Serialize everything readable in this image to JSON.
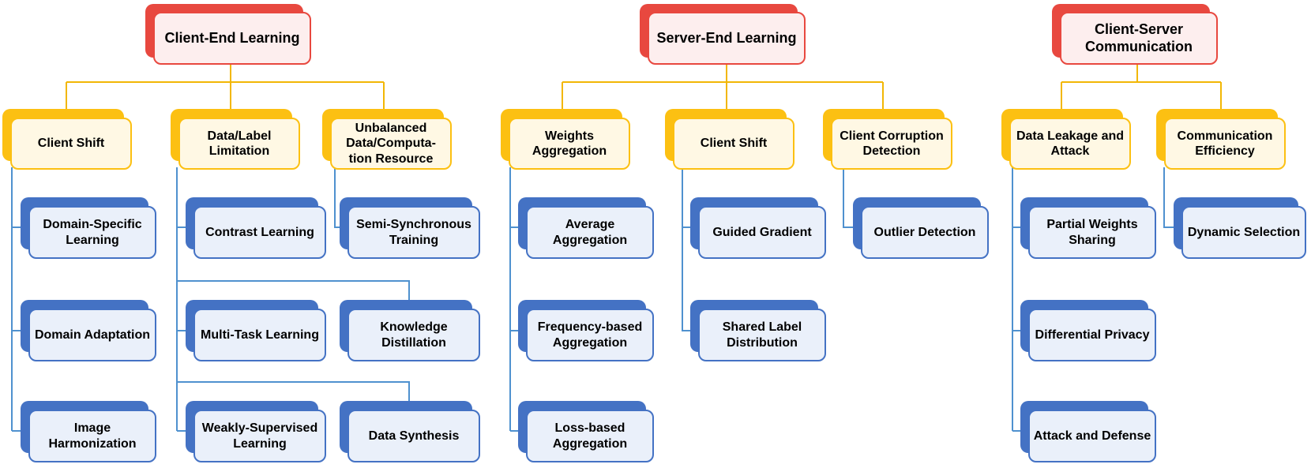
{
  "colors": {
    "root": "#e8483f",
    "category": "#fcc012",
    "method": "#4472c4",
    "root_connector": "#f2b705",
    "method_connector": "#4f91cf"
  },
  "roots": {
    "client_end": "Client-End Learning",
    "server_end": "Server-End Learning",
    "client_server": "Client-Server Communication"
  },
  "categories": {
    "client_shift": "Client Shift",
    "data_label": "Data/Label Limitation",
    "unbalanced": "Unbalanced Data/Computa-tion Resource",
    "weights_agg": "Weights Aggregation",
    "server_client_shift": "Client Shift",
    "client_corruption": "Client Corruption Detection",
    "data_leakage": "Data Leakage and Attack",
    "comm_efficiency": "Communication Efficiency"
  },
  "methods": {
    "domain_specific": "Domain-Specific Learning",
    "domain_adaptation": "Domain Adaptation",
    "image_harmonization": "Image Harmonization",
    "contrast_learning": "Contrast Learning",
    "multi_task": "Multi-Task Learning",
    "knowledge_distillation": "Knowledge Distillation",
    "weakly_supervised": "Weakly-Supervised Learning",
    "data_synthesis": "Data Synthesis",
    "semi_sync": "Semi-Synchronous Training",
    "average_agg": "Average Aggregation",
    "frequency_agg": "Frequency-based Aggregation",
    "loss_agg": "Loss-based Aggregation",
    "guided_gradient": "Guided Gradient",
    "shared_label": "Shared Label Distribution",
    "outlier_detection": "Outlier Detection",
    "partial_weights": "Partial Weights Sharing",
    "differential_privacy": "Differential Privacy",
    "attack_defense": "Attack and Defense",
    "dynamic_selection": "Dynamic Selection"
  }
}
